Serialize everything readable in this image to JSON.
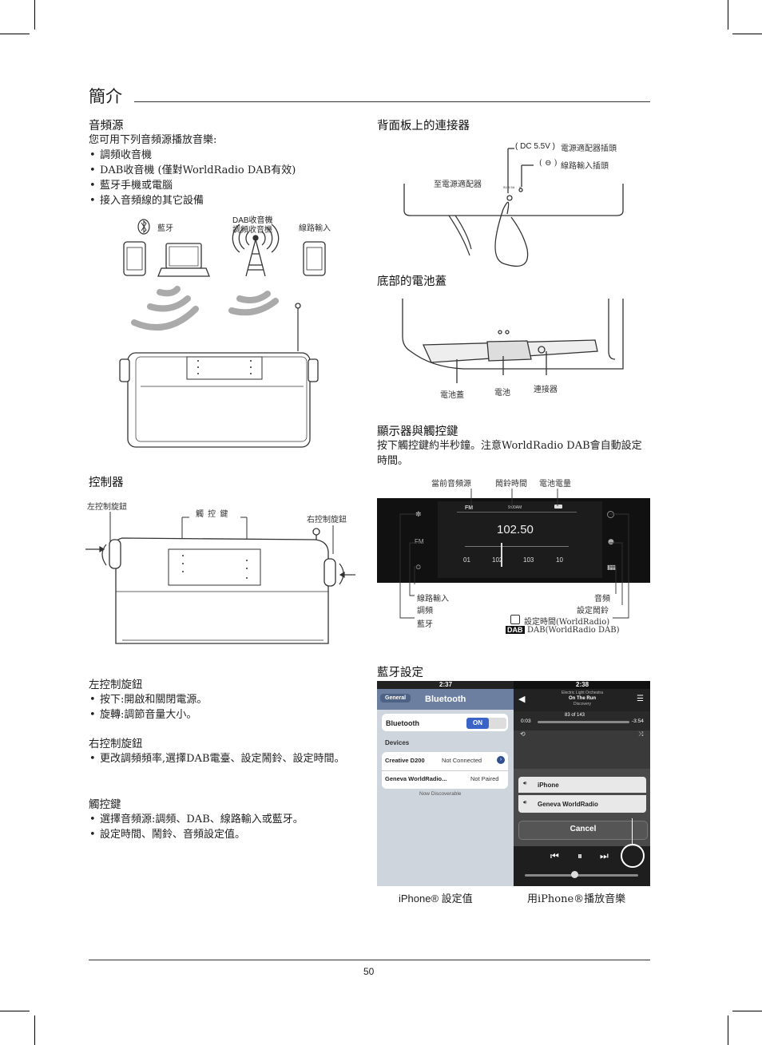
{
  "page_title": "簡介",
  "page_number": "50",
  "audio_sources": {
    "heading": "音頻源",
    "intro": "您可用下列音頻源播放音樂:",
    "items": [
      "調頻收音機",
      "DAB收音機 (僅對WorldRadio DAB有效)",
      "藍牙手機或電腦",
      "接入音頻線的其它設備"
    ],
    "labels": {
      "bluetooth": "藍牙",
      "dab_line1": "DAB收音機",
      "dab_line2": "調頻收音機",
      "line_in": "線路輸入"
    }
  },
  "controls": {
    "heading": "控制器",
    "left_knob": "左控制旋鈕",
    "touch_keys": "觸 控 鍵",
    "right_knob": "右控制旋鈕",
    "left_section": {
      "title": "左控制旋鈕",
      "items": [
        "按下:開啟和關閉電源。",
        "旋轉:調節音量大小。"
      ]
    },
    "right_section": {
      "title": "右控制旋鈕",
      "items": [
        "更改調頻頻率,選擇DAB電臺、設定鬧鈴、設定時間。"
      ]
    },
    "touch_section": {
      "title": "觸控鍵",
      "items": [
        "選擇音頻源:調頻、DAB、線路輸入或藍牙。",
        "設定時間、鬧鈴、音頻設定值。"
      ]
    }
  },
  "rear": {
    "heading": "背面板上的連接器",
    "dc_label": "DC 5.5V",
    "dc_desc": "電源適配器插頭",
    "linein_desc": "線路輸入插頭",
    "to_adapter": "至電源適配器"
  },
  "battery": {
    "heading": "底部的電池蓋",
    "cover": "電池蓋",
    "battery": "電池",
    "connector": "連接器"
  },
  "display": {
    "heading": "顯示器與觸控鍵",
    "desc": "按下觸控鍵約半秒鐘。注意WorldRadio DAB會自動設定時間。",
    "top_labels": {
      "source": "當前音頻源",
      "alarm": "鬧鈴時間",
      "battery": "電池電量"
    },
    "screen": {
      "mode": "FM",
      "alarm": "9:00AM",
      "freq": "102.50",
      "left_mode": "FM",
      "scale": [
        "01",
        "102",
        "103",
        "10"
      ]
    },
    "left_labels": [
      "線路輸入",
      "調頻",
      "藍牙"
    ],
    "right_labels": [
      "音頻",
      "設定鬧鈴"
    ],
    "bottom_labels": {
      "set_time": "設定時間(WorldRadio)",
      "dab_badge": "DAB",
      "dab_desc": "DAB(WorldRadio DAB)"
    }
  },
  "bluetooth": {
    "heading": "藍牙設定",
    "left_phone": {
      "time": "2:37",
      "back": "General",
      "title": "Bluetooth",
      "row_label": "Bluetooth",
      "toggle": "ON",
      "devices_label": "Devices",
      "devices": [
        {
          "name": "Creative D200",
          "status": "Not Connected"
        },
        {
          "name": "Geneva WorldRadio...",
          "status": "Not Paired"
        }
      ],
      "discoverable": "Now Discoverable"
    },
    "right_phone": {
      "time": "2:38",
      "artist": "Electric Light Orchestra",
      "song": "On The Run",
      "album": "Discovery",
      "elapsed": "0:03",
      "remaining": "-3:54",
      "track": "83 of 143",
      "outputs": [
        "iPhone",
        "Geneva WorldRadio"
      ],
      "cancel": "Cancel"
    },
    "captions": {
      "left": "iPhone® 設定值",
      "right": "用iPhone®播放音樂"
    }
  }
}
